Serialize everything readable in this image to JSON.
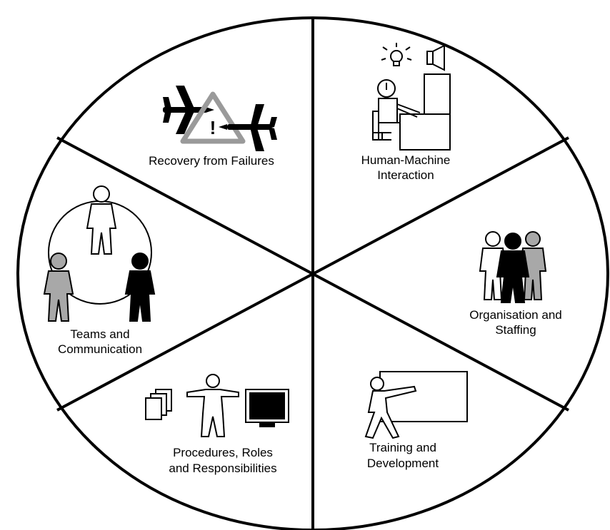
{
  "segments": [
    {
      "id": "recovery",
      "line1": "Recovery from Failures",
      "line2": "",
      "icon": "aircraft-warning-icon"
    },
    {
      "id": "hmi",
      "line1": "Human-Machine",
      "line2": "Interaction",
      "icon": "operator-workstation-icon"
    },
    {
      "id": "organisation",
      "line1": "Organisation and",
      "line2": "Staffing",
      "icon": "group-of-people-icon"
    },
    {
      "id": "training",
      "line1": "Training and",
      "line2": "Development",
      "icon": "presenter-at-board-icon"
    },
    {
      "id": "procedures",
      "line1": "Procedures, Roles",
      "line2": "and Responsibilities",
      "icon": "documents-person-monitor-icon"
    },
    {
      "id": "teams",
      "line1": "Teams and",
      "line2": "Communication",
      "icon": "team-circle-icon"
    }
  ],
  "colors": {
    "line": "#000000",
    "figure_gray": "#a8a8a8",
    "figure_black": "#000000",
    "figure_white": "#ffffff",
    "warning_triangle": "#9a9a9a"
  }
}
